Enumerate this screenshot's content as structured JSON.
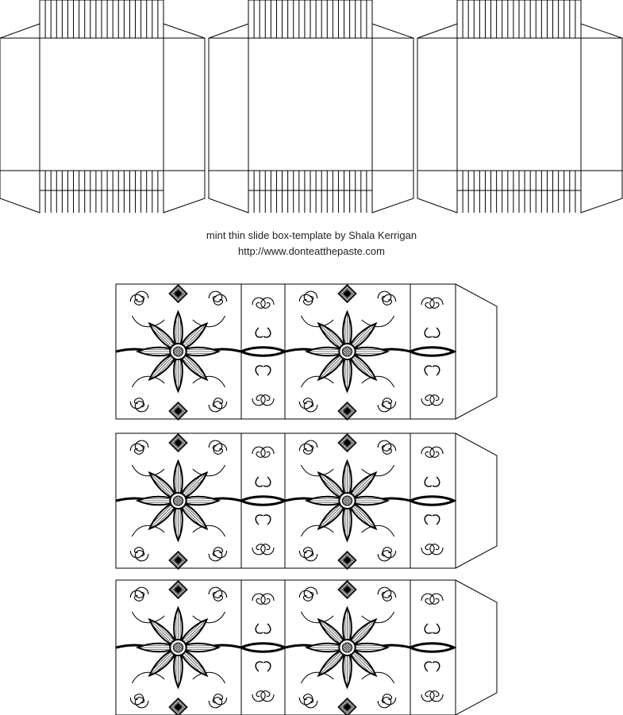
{
  "credit": {
    "title": "mint thin slide box-template by Shala Kerrigan",
    "url": "http://www.donteatthepaste.com"
  },
  "templates": {
    "trays": [
      {
        "name": "tray-1"
      },
      {
        "name": "tray-2"
      },
      {
        "name": "tray-3"
      }
    ],
    "sleeves": [
      {
        "name": "sleeve-1",
        "pattern": "flower-scroll-pattern"
      },
      {
        "name": "sleeve-2",
        "pattern": "flower-scroll-pattern"
      },
      {
        "name": "sleeve-3",
        "pattern": "flower-scroll-pattern"
      }
    ]
  },
  "colors": {
    "line": "#000000",
    "paper": "#ffffff"
  }
}
